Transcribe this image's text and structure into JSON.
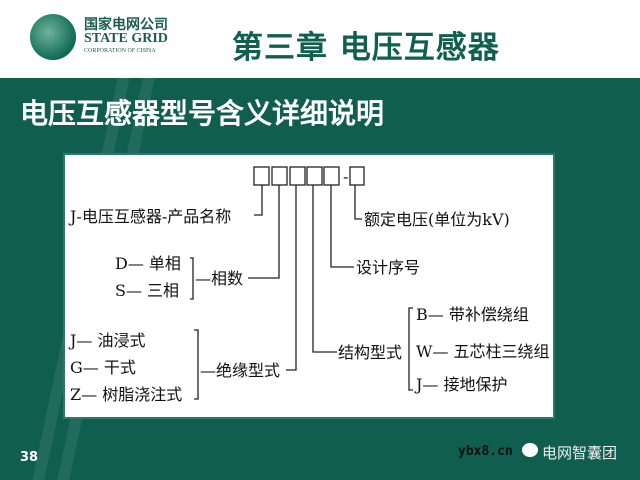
{
  "header": {
    "logo_cn": "国家电网公司",
    "logo_en": "STATE GRID",
    "logo_sub": "CORPORATION OF CHINA",
    "chapter_title": "第三章  电压互感器"
  },
  "subtitle": "电压互感器型号含义详细说明",
  "diagram": {
    "dash": "-",
    "product": "J-电压互感器-产品名称",
    "phase_options": [
      "D— 单相",
      "S— 三相"
    ],
    "phase_label": "—相数",
    "insulation_options": [
      "J— 油浸式",
      "G— 干式",
      "Z— 树脂浇注式"
    ],
    "insulation_label": "—绝缘型式",
    "rated_voltage": "额定电压(单位为kV)",
    "design_serial": "设计序号",
    "structure_label": "结构型式",
    "structure_options": [
      "B— 带补偿绕组",
      "W— 五芯柱三绕组",
      "J— 接地保护"
    ]
  },
  "footer": {
    "page_number": "38",
    "watermark_url": "ybx8.cn",
    "watermark_account": "电网智囊团"
  }
}
